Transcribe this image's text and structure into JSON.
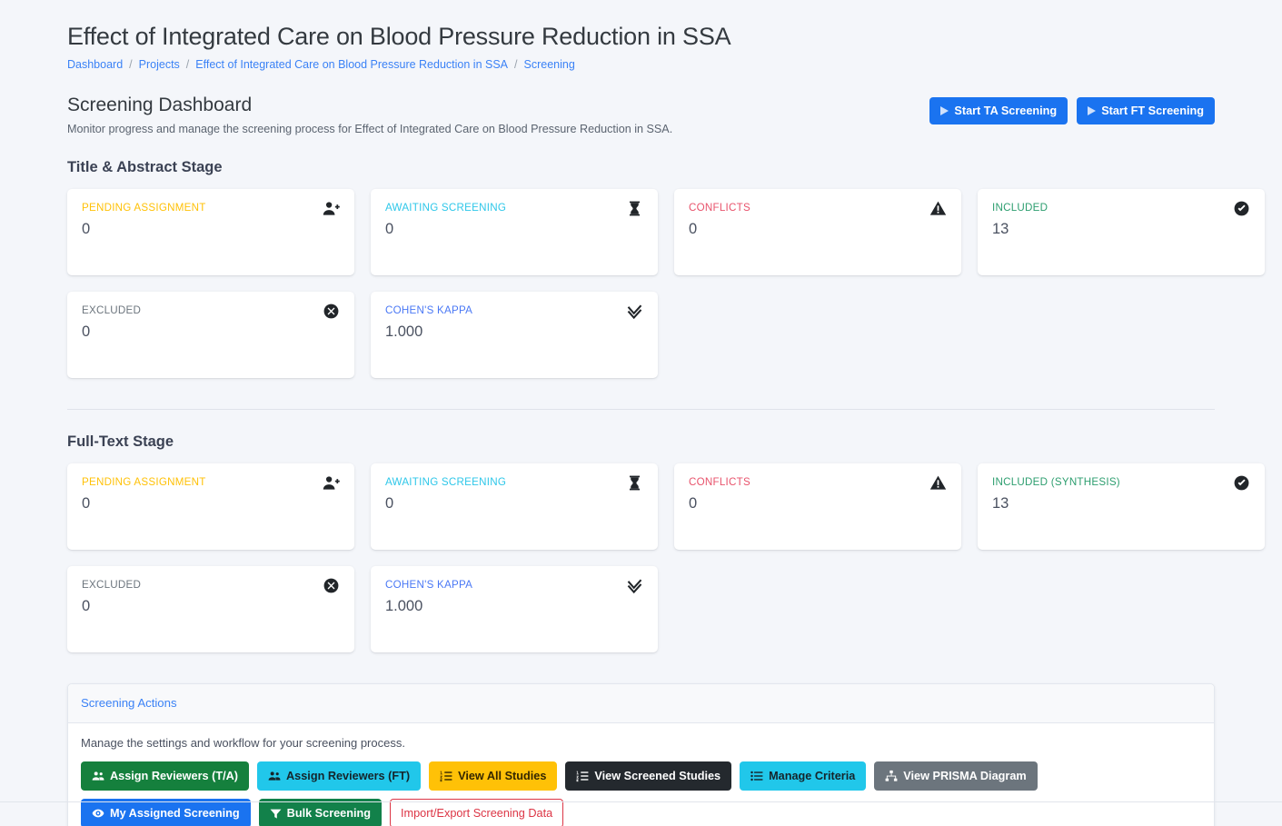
{
  "project": {
    "title": "Effect of Integrated Care on Blood Pressure Reduction in SSA"
  },
  "breadcrumb": {
    "items": [
      {
        "label": "Dashboard"
      },
      {
        "label": "Projects"
      },
      {
        "label": "Effect of Integrated Care on Blood Pressure Reduction in SSA"
      },
      {
        "label": "Screening"
      }
    ],
    "separator": "/"
  },
  "dashboard": {
    "heading": "Screening Dashboard",
    "subtitle": "Monitor progress and manage the screening process for Effect of Integrated Care on Blood Pressure Reduction in SSA.",
    "actions": [
      {
        "label": "Start TA Screening",
        "icon": "play-icon",
        "style": "primary"
      },
      {
        "label": "Start FT Screening",
        "icon": "play-icon",
        "style": "primary"
      }
    ]
  },
  "stages": [
    {
      "title": "Title & Abstract Stage",
      "cards": [
        {
          "label": "PENDING ASSIGNMENT",
          "value": "0",
          "icon": "user-plus-icon",
          "color": "warning"
        },
        {
          "label": "AWAITING SCREENING",
          "value": "0",
          "icon": "hourglass-icon",
          "color": "info"
        },
        {
          "label": "CONFLICTS",
          "value": "0",
          "icon": "warning-icon",
          "color": "danger"
        },
        {
          "label": "INCLUDED",
          "value": "13",
          "icon": "check-circle-icon",
          "color": "success"
        },
        {
          "label": "EXCLUDED",
          "value": "0",
          "icon": "x-circle-icon",
          "color": "muted"
        },
        {
          "label": "COHEN'S KAPPA",
          "value": "1.000",
          "icon": "double-check-icon",
          "color": "blue"
        }
      ]
    },
    {
      "title": "Full-Text Stage",
      "cards": [
        {
          "label": "PENDING ASSIGNMENT",
          "value": "0",
          "icon": "user-plus-icon",
          "color": "warning"
        },
        {
          "label": "AWAITING SCREENING",
          "value": "0",
          "icon": "hourglass-icon",
          "color": "info"
        },
        {
          "label": "CONFLICTS",
          "value": "0",
          "icon": "warning-icon",
          "color": "danger"
        },
        {
          "label": "INCLUDED (SYNTHESIS)",
          "value": "13",
          "icon": "check-circle-icon",
          "color": "success"
        },
        {
          "label": "EXCLUDED",
          "value": "0",
          "icon": "x-circle-icon",
          "color": "muted"
        },
        {
          "label": "COHEN'S KAPPA",
          "value": "1.000",
          "icon": "double-check-icon",
          "color": "blue"
        }
      ]
    }
  ],
  "screening_actions": {
    "panel_title": "Screening Actions",
    "description": "Manage the settings and workflow for your screening process.",
    "row1": [
      {
        "label": "Assign Reviewers (T/A)",
        "icon": "users-icon",
        "style": "success"
      },
      {
        "label": "Assign Reviewers (FT)",
        "icon": "users-icon",
        "style": "info"
      },
      {
        "label": "View All Studies",
        "icon": "list-ol-icon",
        "style": "warning"
      },
      {
        "label": "View Screened Studies",
        "icon": "list-ol-icon",
        "style": "dark"
      },
      {
        "label": "Manage Criteria",
        "icon": "list-ul-icon",
        "style": "info"
      },
      {
        "label": "View PRISMA Diagram",
        "icon": "sitemap-icon",
        "style": "secondary"
      }
    ],
    "row2": [
      {
        "label": "My Assigned Screening",
        "icon": "eye-icon",
        "style": "primary"
      },
      {
        "label": "Bulk Screening",
        "icon": "filter-icon",
        "style": "green2"
      },
      {
        "label": "Import/Export Screening Data",
        "icon": "none",
        "style": "outline-danger"
      }
    ]
  }
}
